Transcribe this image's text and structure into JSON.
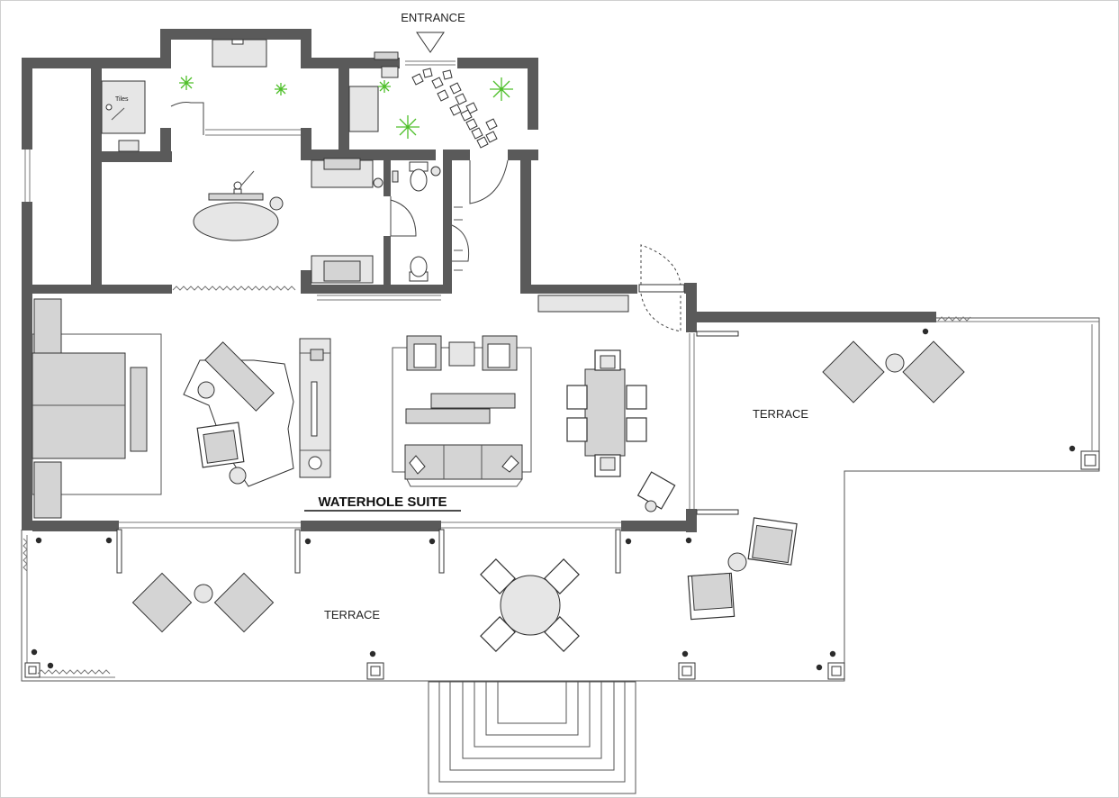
{
  "labels": {
    "entrance": "ENTRANCE",
    "suite_name": "WATERHOLE SUITE",
    "terrace_east": "TERRACE",
    "terrace_south": "TERRACE",
    "tiles": "Tiles"
  }
}
